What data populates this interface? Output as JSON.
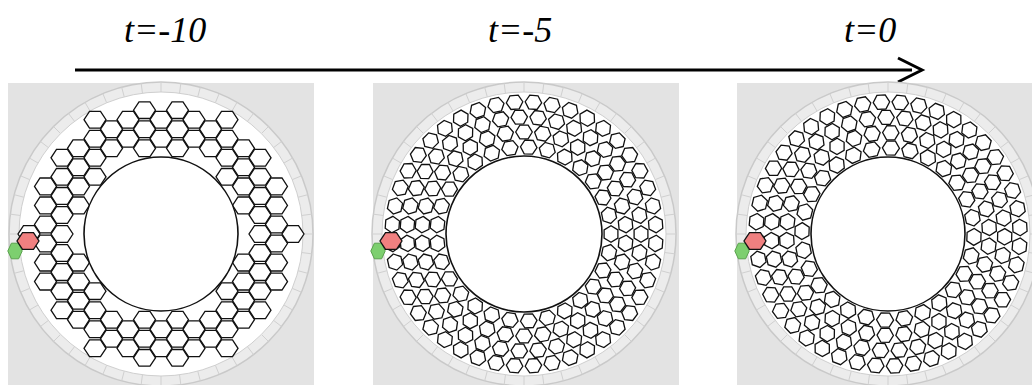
{
  "diagram": {
    "labels": [
      "t=-10",
      "t=-5",
      "t=0"
    ]
  }
}
